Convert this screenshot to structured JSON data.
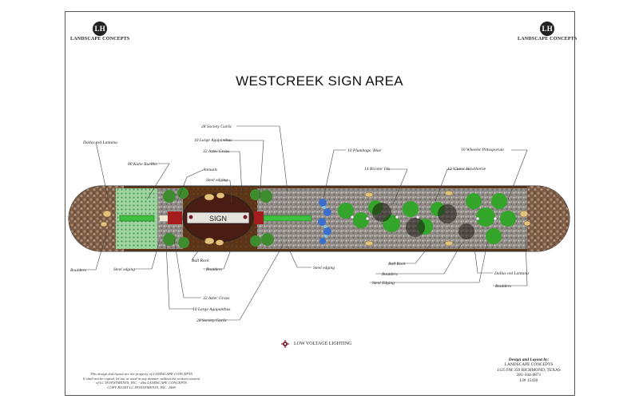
{
  "title": "WESTCREEK SIGN AREA",
  "logo": {
    "mark": "LH",
    "text": "LANDSCAPE CONCEPTS"
  },
  "sign_text": "SIGN",
  "labels": {
    "top_left": {
      "dallas_red_lantana": "Dallas red Lantana",
      "katie_ruellia": "80 Katie Ruellia",
      "society_garlic": "28 Society Garlic",
      "large_agapanthus": "10 Large Agapanthus",
      "aztec_grass": "32 Aztec Grass",
      "annuals": "Annuals",
      "steel_edging": "Steel edging"
    },
    "top_right": {
      "plumbago_blue": "10 Plumbago 'Blue'",
      "bicolor_iris": "14 Bicolor Iris",
      "clara_hawthorne": "12 'Clara' Hawthorne",
      "wheeler_pittosporum": "10 Wheeler Pittosporum"
    },
    "bottom_left": {
      "boulders": "Boulders",
      "steel_edging": "Steel edging",
      "bull_rock": "Bull Rock",
      "boulders_2": "Boulders",
      "aztec_grass": "32 Aztec Grass",
      "large_agapanthus": "10 Large Agapanthus",
      "society_garlic": "28 Society Garlic",
      "steel_edging_2": "Steel edging"
    },
    "bottom_right": {
      "bull_rock": "Bull Rock",
      "boulders": "Boulders",
      "steel_edging": "Steel Edging",
      "dallas_red_lantana": "Dallas red Lantana",
      "boulders_2": "Boulders"
    }
  },
  "legend": {
    "label": "LOW VOLTAGE LIGHTING"
  },
  "disclaimer": {
    "line1": "This design and layout are the property of LANDSCAPE CONCEPTS",
    "line2": "It shall not be copied, let out or used in any manner without the written consent",
    "line3": "of LC INVESTMENTS, INC. - dba LANDSCAPE CONCEPTS",
    "line4": "COPY RIGHT LC INVESTMENTS, INC. 2008"
  },
  "credit": {
    "heading": "Design and Layout by:",
    "company": "LANDSCAPE CONCEPTS",
    "address": "1125 FM 359 RICHMOND, TEXAS",
    "phone": "281-344-0871",
    "license": "LI# 15430"
  },
  "colors": {
    "dirt": "#6b3b1c",
    "green": "#3a9a2a",
    "blue": "#3a6fd0",
    "stone": "#8a7a6a",
    "red": "#b01818"
  }
}
